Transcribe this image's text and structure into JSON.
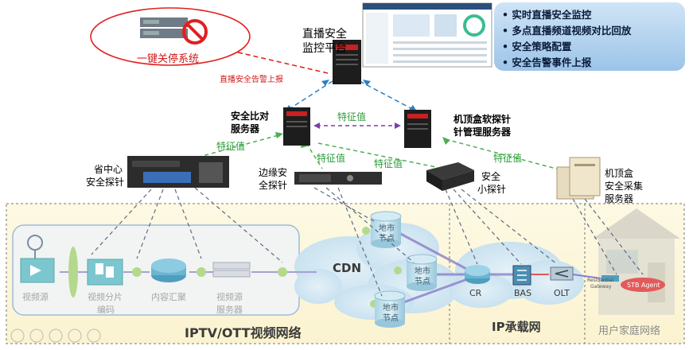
{
  "platform": {
    "title_line1": "直播安全",
    "title_line2": "监控平台",
    "features": [
      "实时直播安全监控",
      "多点直播频道视频对比回放",
      "安全策略配置",
      "安全告警事件上报"
    ]
  },
  "shutdown": {
    "label": "一键关停系统",
    "alarm_label": "直播安全告警上报"
  },
  "servers": {
    "compare_line1": "安全比对",
    "compare_line2": "服务器",
    "stb_mgmt_line1": "机顶盒软探针",
    "stb_mgmt_line2": "针管理服务器",
    "stb_collect_line1": "机顶盒",
    "stb_collect_line2": "安全采集",
    "stb_collect_line3": "服务器"
  },
  "probes": {
    "province_line1": "省中心",
    "province_line2": "安全探针",
    "edge_line1": "边缘安",
    "edge_line2": "全探针",
    "small_line1": "安全",
    "small_line2": "小探针"
  },
  "feature_value": "特征值",
  "pipeline": {
    "stages": [
      {
        "line1": "视频源",
        "line2": ""
      },
      {
        "line1": "视频分片",
        "line2": "编码"
      },
      {
        "line1": "内容汇聚",
        "line2": ""
      },
      {
        "line1": "视频源",
        "line2": "服务器"
      }
    ]
  },
  "cdn": {
    "label": "CDN",
    "node_line1": "地市",
    "node_line2": "节点"
  },
  "ip_network": {
    "label": "IP承载网",
    "devices": [
      "CR",
      "BAS",
      "OLT"
    ]
  },
  "home": {
    "label": "用户家庭网络",
    "gateway_line1": "Residential",
    "gateway_line2": "Gateway",
    "agent": "STB Agent"
  },
  "network_labels": {
    "iptv": "IPTV/OTT视频网络"
  }
}
